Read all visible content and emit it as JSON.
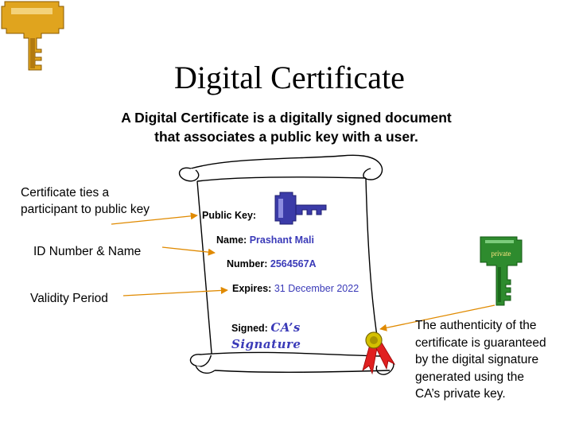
{
  "title": "Digital Certificate",
  "subtitle": {
    "line1": "A Digital Certificate is a digitally signed document",
    "line2": "that associates a public key with a user."
  },
  "callouts": {
    "ties_line1": "Certificate ties a",
    "ties_line2": "participant to public key",
    "id_number_name": "ID Number & Name",
    "validity": "Validity Period",
    "authenticity": [
      "The authenticity of the",
      "certificate is guaranteed",
      "by the digital signature",
      "generated using the",
      "CA’s private key."
    ]
  },
  "certificate": {
    "public_key_label": "Public Key:",
    "name_label": "Name:",
    "name_value": "Prashant Mali",
    "number_label": "Number:",
    "number_value": "2564567A",
    "expires_label": "Expires:",
    "expires_value": "31 December 2022",
    "signed_label": "Signed:",
    "signature_line1": "CA’s",
    "signature_line2": "Signature"
  },
  "private_key_tag": "private",
  "colors": {
    "gold_key": "#E0A41E",
    "public_key": "#3B3BA8",
    "private_key": "#2E8B2E",
    "value_text": "#3A3AB8",
    "arrow": "#E08A00",
    "seal_red": "#E02020",
    "seal_gold": "#D4C000"
  }
}
